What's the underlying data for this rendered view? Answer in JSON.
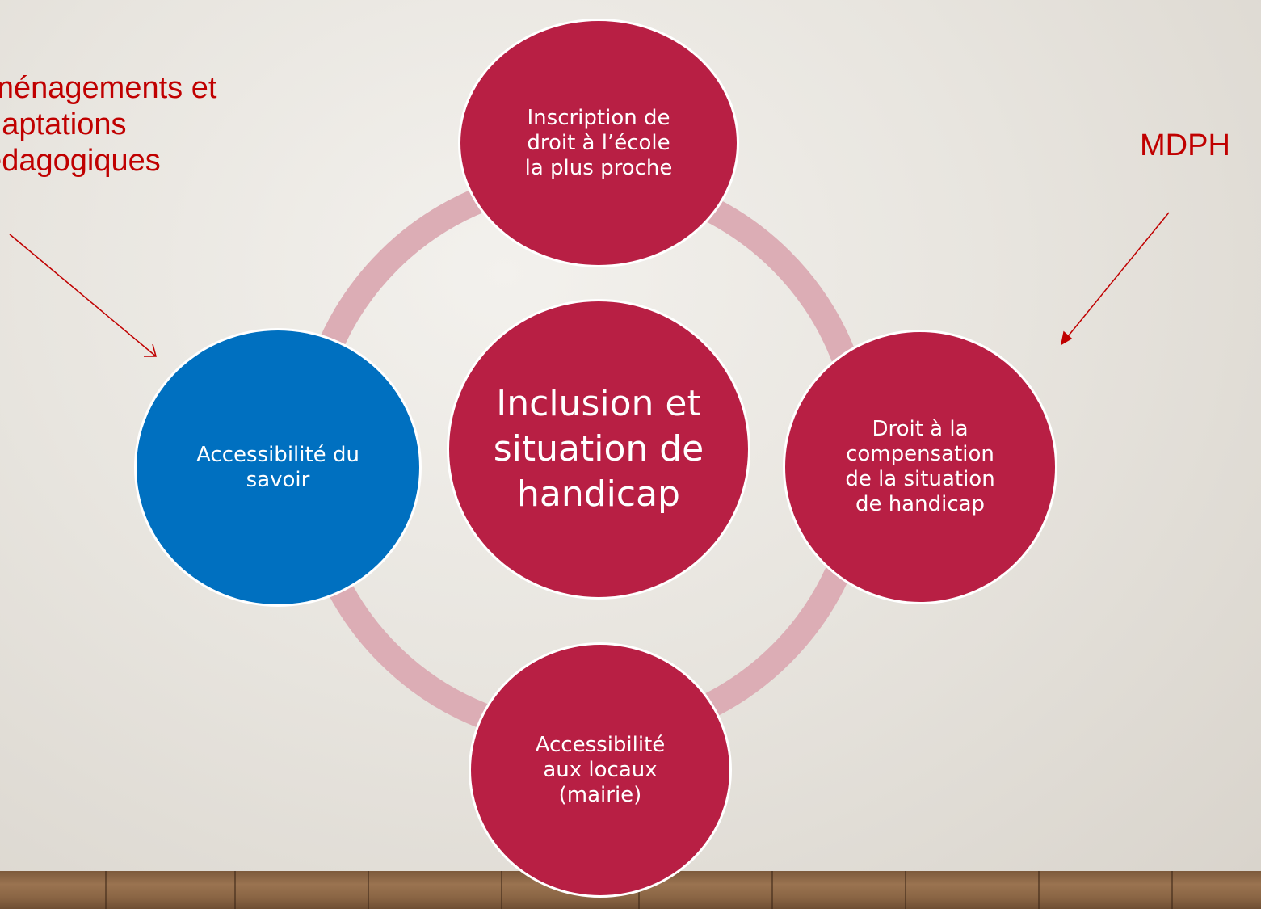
{
  "colors": {
    "crimson": "#b81f44",
    "blue": "#0070c0",
    "ring": "#dcadb5",
    "annotation": "#c00000"
  },
  "diagram": {
    "center": "Inclusion et\nsituation de\nhandicap",
    "top": "Inscription de\ndroit à l’école\nla plus proche",
    "left": "Accessibilité du\nsavoir",
    "right": "Droit à la\ncompensation\nde la situation\nde handicap",
    "bottom": "Accessibilité\naux locaux\n(mairie)"
  },
  "annotations": {
    "left": "Aménagements et\nadaptations\npédagogiques",
    "right": "MDPH"
  }
}
